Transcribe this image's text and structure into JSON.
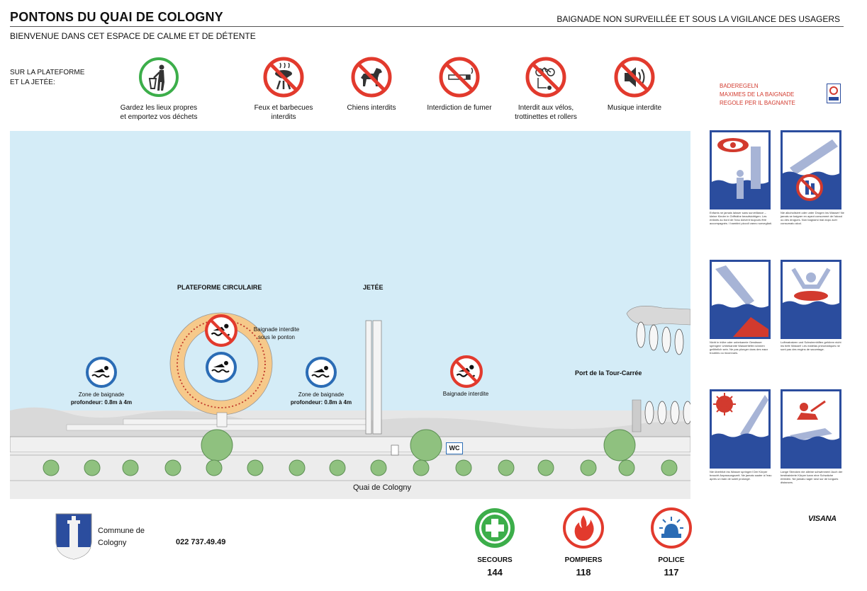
{
  "header": {
    "title": "PONTONS DU QUAI DE COLOGNY",
    "subtitle": "BIENVENUE DANS CET ESPACE DE CALME ET DE DÉTENTE",
    "right_text": "BAIGNADE NON SURVEILLÉE ET SOUS LA VIGILANCE DES USAGERS"
  },
  "rules": {
    "section_label_1": "SUR LA PLATEFORME",
    "section_label_2": "ET LA JETÉE:",
    "items": [
      {
        "line1": "Gardez les lieux propres",
        "line2": "et emportez vos déchets",
        "icon": "trash-bin-icon"
      },
      {
        "line1": "Feux et barbecues",
        "line2": "interdits",
        "icon": "no-barbecue-icon"
      },
      {
        "line1": "Chiens interdits",
        "line2": "",
        "icon": "no-dogs-icon"
      },
      {
        "line1": "Interdiction de fumer",
        "line2": "",
        "icon": "no-smoking-icon"
      },
      {
        "line1": "Interdit aux vélos,",
        "line2": "trottinettes et rollers",
        "icon": "no-bikes-icon"
      },
      {
        "line1": "Musique interdite",
        "line2": "",
        "icon": "no-music-icon"
      }
    ]
  },
  "baderegeln": {
    "line1": "BADEREGELN",
    "line2": "MAXIMES DE LA BAIGNADE",
    "line3": "REGOLE PER IL BAGNANTE"
  },
  "map": {
    "plateforme_label": "PLATEFORME CIRCULAIRE",
    "jetee_label": "JETÉE",
    "no_swim_ponton_1": "Baignade interdite",
    "no_swim_ponton_2": "sous le ponton",
    "zone_left_1": "Zone de baignade",
    "zone_left_2": "profondeur: 0.8m à 4m",
    "zone_right_1": "Zone de baignade",
    "zone_right_2": "profondeur: 0.8m à 4m",
    "no_swim": "Baignade interdite",
    "port": "Port de la Tour-Carrée",
    "wc": "WC",
    "quai": "Quai de Cologny"
  },
  "panels": [
    {
      "text": "Enfants ne jamais laisser sans surveillance – kleine Kinder in Griffnähe beaufsichtigen. Les enfants au bord de l'eau doivent toujours être accompagnés. I bambini piccoli vanno sorvegliati."
    },
    {
      "text": "Nie alkoholisiert oder unter Drogen ins Wasser! Ne jamais se baigner en ayant consommé de l'alcool ou des drogues. Non bagnarsi mai dopo aver consumato alcol."
    },
    {
      "text": "Nicht in trübe oder unbekannte Gewässer springen! Unbekannte Wassertiefen können gefährlich sein. Ne pas plonger dans des eaux troubles ou inconnues."
    },
    {
      "text": "Luftmatratzen und Schwimmhilfen gehören nicht ins tiefe Wasser! Les matelas pneumatiques ne sont pas des engins de sauvetage."
    },
    {
      "text": "Nie überhitzt ins Wasser springen! Der Körper braucht Anpassungszeit. Ne jamais sauter à l'eau après un bain de soleil prolongé."
    },
    {
      "text": "Lange Strecken nie alleine schwimmen! Auch der besttrainierte Körper kann eine Schwäche erleiden. Ne jamais nager seul sur de longues distances."
    }
  ],
  "footer": {
    "commune_1": "Commune de",
    "commune_2": "Cologny",
    "phone": "022 737.49.49",
    "visana": "VISANA",
    "emergency": [
      {
        "label": "SECOURS",
        "number": "144",
        "color": "#3cae4a"
      },
      {
        "label": "POMPIERS",
        "number": "118",
        "color": "#e23a2d"
      },
      {
        "label": "POLICE",
        "number": "117",
        "color": "#e23a2d"
      }
    ]
  },
  "colors": {
    "prohibition_red": "#e23a2d",
    "info_blue": "#2b6cb5",
    "water": "#d4ecf7",
    "platform_ring": "#f6c98a",
    "panel_blue": "#2b4d9e"
  }
}
